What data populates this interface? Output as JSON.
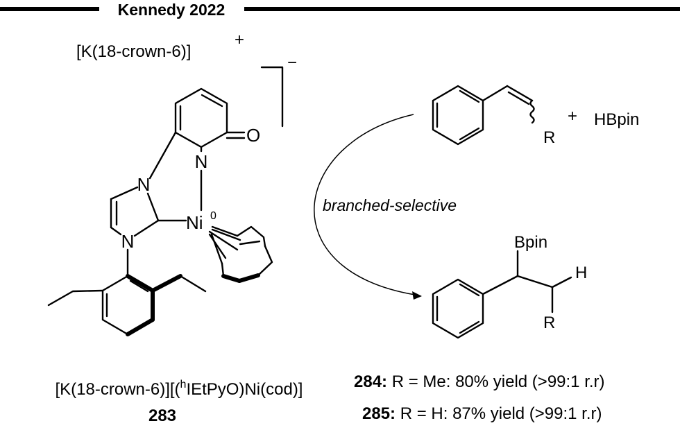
{
  "header": {
    "title": "Kennedy 2022"
  },
  "catalyst": {
    "cation": "[K(18-crown-6)]",
    "cation_charge": "+",
    "anion_charge": "−",
    "atom_o": "O",
    "atom_n1": "N",
    "atom_n2": "N",
    "atom_n3": "N",
    "metal": "Ni",
    "metal_ox": "0",
    "formula_a": "[K(18-crown-6)][(",
    "formula_sup": "h",
    "formula_b": "IEtPyO)Ni(cod)]",
    "number": "283"
  },
  "reaction": {
    "plus": "+",
    "reagent": "HBpin",
    "substituent_r": "R",
    "condition": "branched-selective",
    "product_bpin": "Bpin",
    "product_h": "H",
    "product_r": "R"
  },
  "results": [
    {
      "id": "284:",
      "text": " R = Me: 80% yield (>99:1 r.r)"
    },
    {
      "id": "285:",
      "text": " R = H: 87% yield (>99:1 r.r)"
    }
  ]
}
